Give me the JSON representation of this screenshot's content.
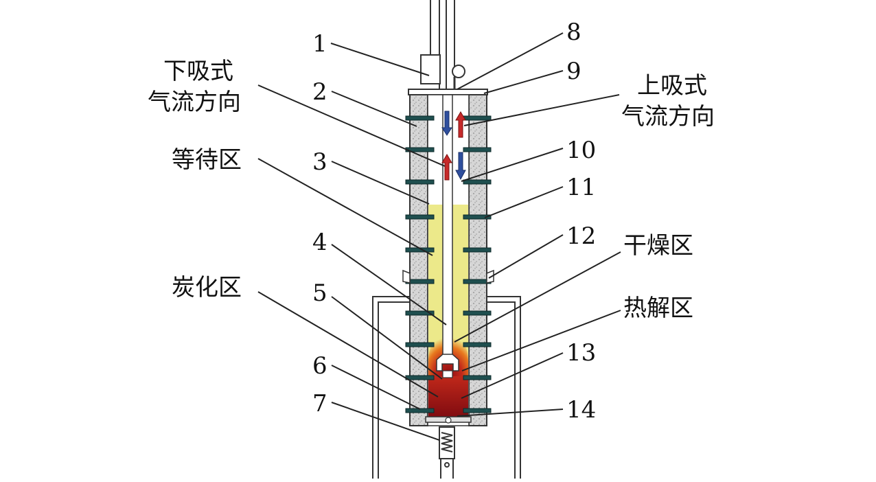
{
  "callouts": [
    {
      "id": "1",
      "label": "1"
    },
    {
      "id": "2",
      "label": "2"
    },
    {
      "id": "3",
      "label": "3"
    },
    {
      "id": "4",
      "label": "4"
    },
    {
      "id": "5",
      "label": "5"
    },
    {
      "id": "6",
      "label": "6"
    },
    {
      "id": "7",
      "label": "7"
    },
    {
      "id": "8",
      "label": "8"
    },
    {
      "id": "9",
      "label": "9"
    },
    {
      "id": "10",
      "label": "10"
    },
    {
      "id": "11",
      "label": "11"
    },
    {
      "id": "12",
      "label": "12"
    },
    {
      "id": "13",
      "label": "13"
    },
    {
      "id": "14",
      "label": "14"
    }
  ],
  "labels": {
    "downdraft_line1": "下吸式",
    "downdraft_line2": "气流方向",
    "updraft_line1": "上吸式",
    "updraft_line2": "气流方向",
    "waiting_zone": "等待区",
    "drying_zone": "干燥区",
    "carbonization_zone": "炭化区",
    "pyrolysis_zone": "热解区"
  },
  "colors": {
    "outline": "#222222",
    "insulation": "#d9d9d9",
    "waiting_zone_fill": "#ece98a",
    "hot_zone_orange": "#e8781e",
    "hot_zone_red": "#a8141a",
    "flow_down_arrow": "#2f4f9e",
    "flow_up_arrow": "#c62a2a",
    "band_color": "#1f4f4f"
  }
}
